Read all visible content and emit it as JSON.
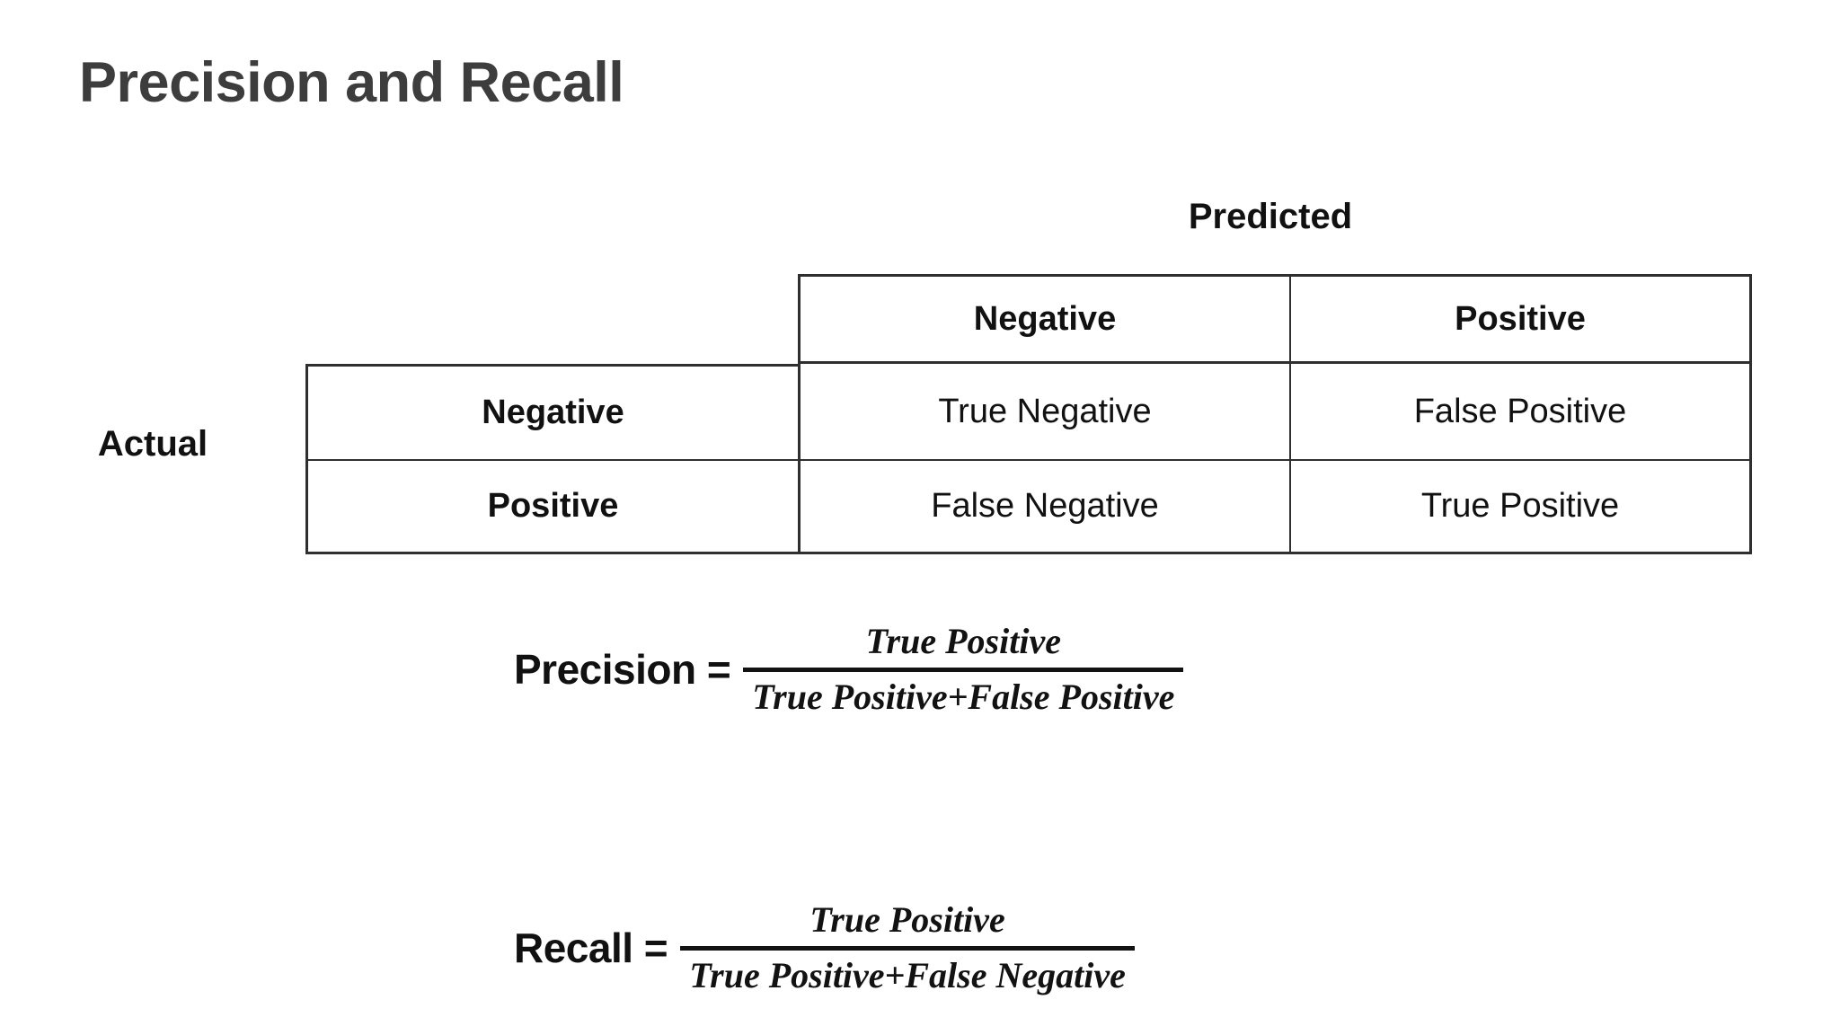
{
  "slide": {
    "title": "Precision and Recall",
    "title_color": "#3d3d3d",
    "background_color": "#ffffff"
  },
  "matrix": {
    "column_axis_label": "Predicted",
    "row_axis_label": "Actual",
    "border_color": "#2f2f2f",
    "column_headers": [
      "Negative",
      "Positive"
    ],
    "row_headers": [
      "Negative",
      "Positive"
    ],
    "cells": [
      [
        "True Negative",
        "False Positive"
      ],
      [
        "False Negative",
        "True Positive"
      ]
    ]
  },
  "formulas": [
    {
      "name": "precision",
      "lhs": "Precision =",
      "numerator": "True Positive",
      "denominator": "True Positive+False Positive"
    },
    {
      "name": "recall",
      "lhs": "Recall =",
      "numerator": "True Positive",
      "denominator": "True Positive+False Negative"
    }
  ]
}
